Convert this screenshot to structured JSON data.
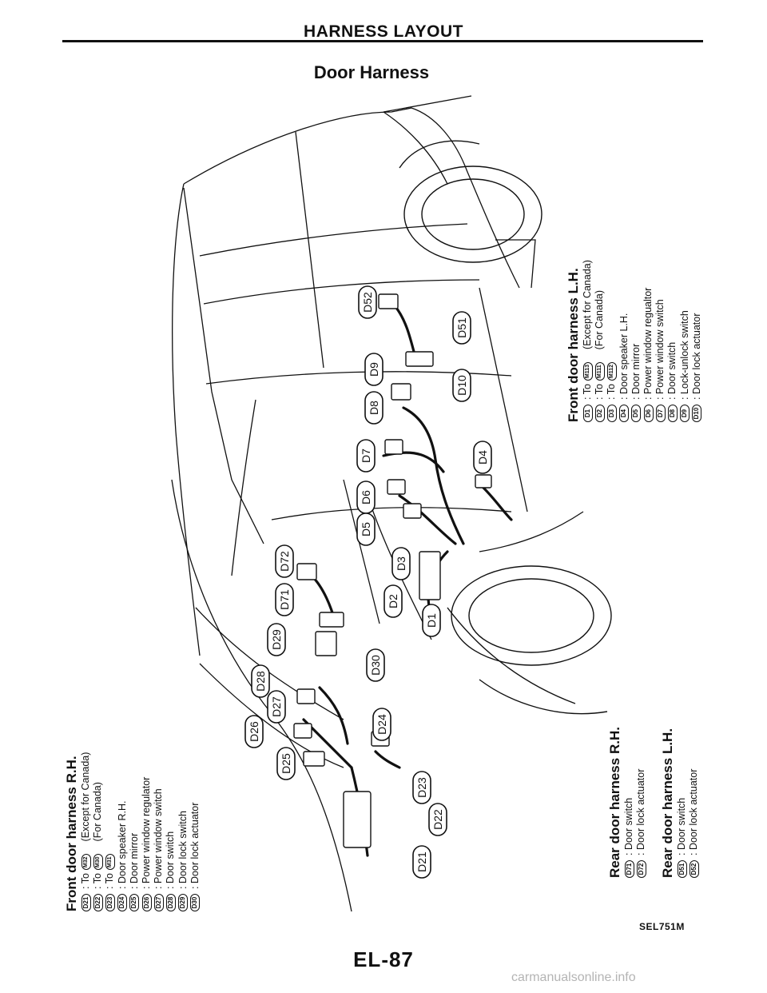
{
  "header": {
    "title": "HARNESS LAYOUT",
    "subtitle": "Door Harness"
  },
  "callouts": [
    "D52",
    "D51",
    "D9",
    "D8",
    "D10",
    "D7",
    "D6",
    "D5",
    "D4",
    "D3",
    "D2",
    "D1",
    "D72",
    "D71",
    "D29",
    "D30",
    "D28",
    "D27",
    "D26",
    "D25",
    "D24",
    "D23",
    "D22",
    "D21"
  ],
  "legends": {
    "front_rh": {
      "title": "Front door harness R.H.",
      "rows": [
        {
          "code": "D21",
          "desc": ": To",
          "ref": "M32",
          "note": "(Except for Canada)"
        },
        {
          "code": "D22",
          "desc": ": To",
          "ref": "M30",
          "note": "(For Canada)"
        },
        {
          "code": "D23",
          "desc": ": To",
          "ref": "M31",
          "note": ""
        },
        {
          "code": "D24",
          "desc": ": Door speaker R.H.",
          "ref": "",
          "note": ""
        },
        {
          "code": "D25",
          "desc": ": Door mirror",
          "ref": "",
          "note": ""
        },
        {
          "code": "D26",
          "desc": ": Power window regulator",
          "ref": "",
          "note": ""
        },
        {
          "code": "D27",
          "desc": ": Power window switch",
          "ref": "",
          "note": ""
        },
        {
          "code": "D28",
          "desc": ": Door switch",
          "ref": "",
          "note": ""
        },
        {
          "code": "D29",
          "desc": ": Door lock switch",
          "ref": "",
          "note": ""
        },
        {
          "code": "D30",
          "desc": ": Door lock actuator",
          "ref": "",
          "note": ""
        }
      ]
    },
    "front_lh": {
      "title": "Front door harness L.H.",
      "rows": [
        {
          "code": "D1",
          "desc": ": To",
          "ref": "M113",
          "note": "(Except for Canada)"
        },
        {
          "code": "D2",
          "desc": ": To",
          "ref": "M111",
          "note": "(For Canada)"
        },
        {
          "code": "D3",
          "desc": ": To",
          "ref": "M112",
          "note": ""
        },
        {
          "code": "D4",
          "desc": ": Door speaker L.H.",
          "ref": "",
          "note": ""
        },
        {
          "code": "D5",
          "desc": ": Door mirror",
          "ref": "",
          "note": ""
        },
        {
          "code": "D6",
          "desc": ": Power window regualtor",
          "ref": "",
          "note": ""
        },
        {
          "code": "D7",
          "desc": ": Power window switch",
          "ref": "",
          "note": ""
        },
        {
          "code": "D8",
          "desc": ": Door switch",
          "ref": "",
          "note": ""
        },
        {
          "code": "D9",
          "desc": ": Lock-unlock switch",
          "ref": "",
          "note": ""
        },
        {
          "code": "D10",
          "desc": ": Door lock actuator",
          "ref": "",
          "note": ""
        }
      ]
    },
    "rear_rh": {
      "title": "Rear door harness R.H.",
      "rows": [
        {
          "code": "D71",
          "desc": ": Door switch",
          "ref": "",
          "note": ""
        },
        {
          "code": "D72",
          "desc": ": Door lock actuator",
          "ref": "",
          "note": ""
        }
      ]
    },
    "rear_lh": {
      "title": "Rear door harness L.H.",
      "rows": [
        {
          "code": "D51",
          "desc": ": Door switch",
          "ref": "",
          "note": ""
        },
        {
          "code": "D52",
          "desc": ": Door lock actuator",
          "ref": "",
          "note": ""
        }
      ]
    }
  },
  "figure_code": "SEL751M",
  "page_number": "EL-87",
  "watermark": "carmanualsonline.info"
}
